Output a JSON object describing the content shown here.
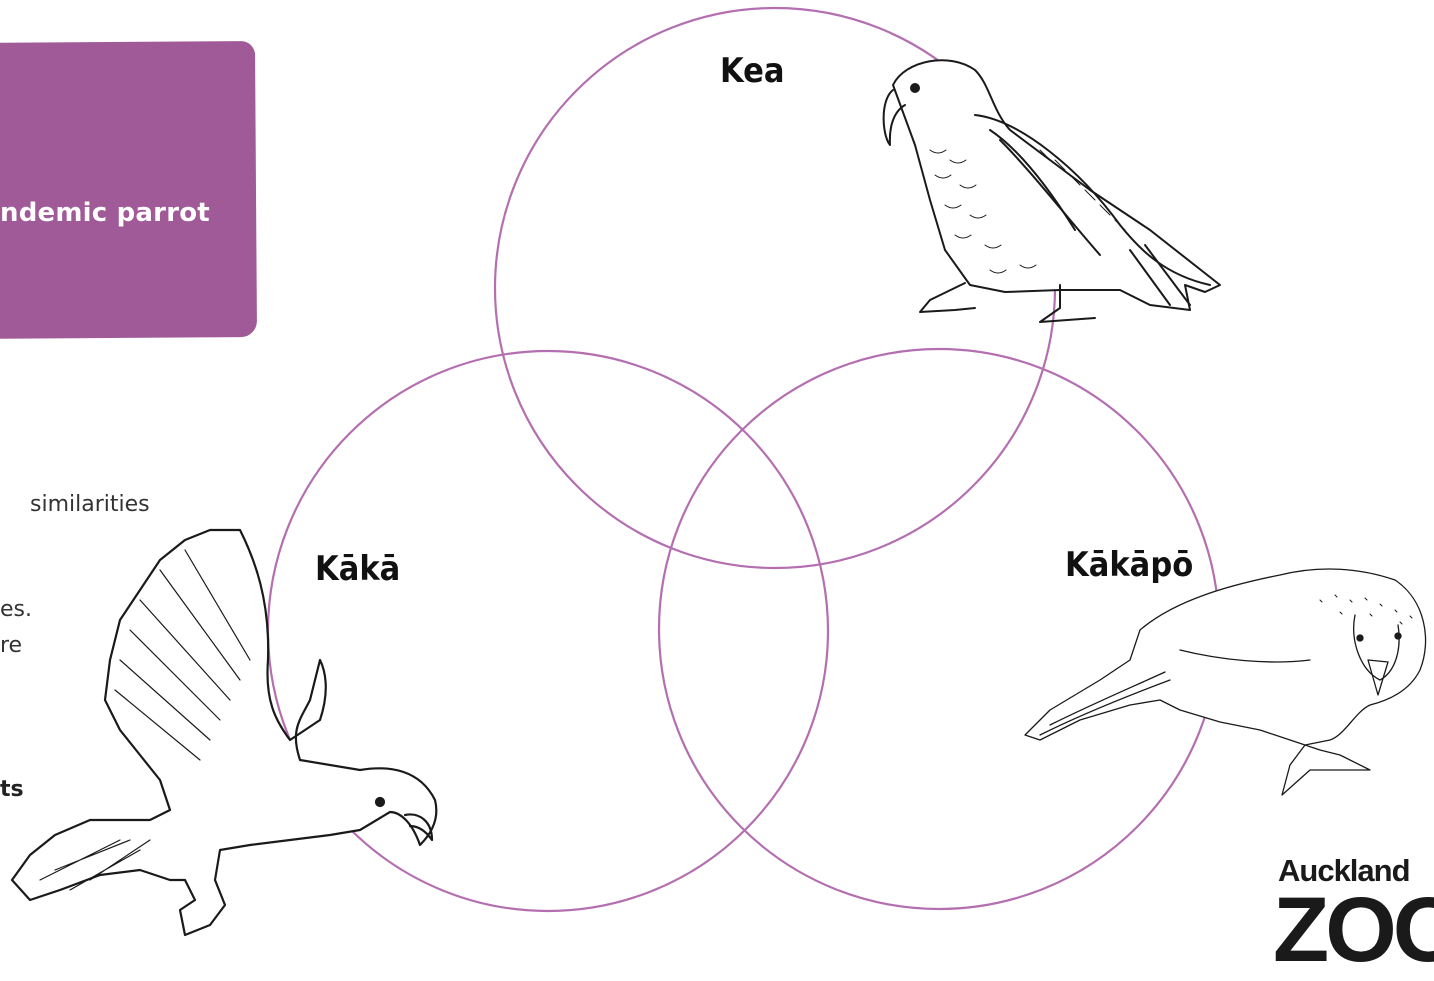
{
  "banner": {
    "text": "ndemic parrot",
    "color": "#a05a98"
  },
  "body_text": [
    {
      "text": "similarities",
      "bold": false
    },
    {
      "text": "es.",
      "bold": false
    },
    {
      "text": "re",
      "bold": false
    },
    {
      "text": "ts",
      "bold": true
    }
  ],
  "venn": {
    "circle_color": "#b46fb0",
    "labels": {
      "kea": "Kea",
      "kaka": "Kākā",
      "kakapo": "Kākāpō"
    }
  },
  "illustrations": {
    "kea": "kea-parrot-drawing",
    "kaka": "kaka-parrot-flying-drawing",
    "kakapo": "kakapo-parrot-drawing"
  },
  "logo": {
    "line1": "Auckland",
    "line2": "ZOO"
  }
}
